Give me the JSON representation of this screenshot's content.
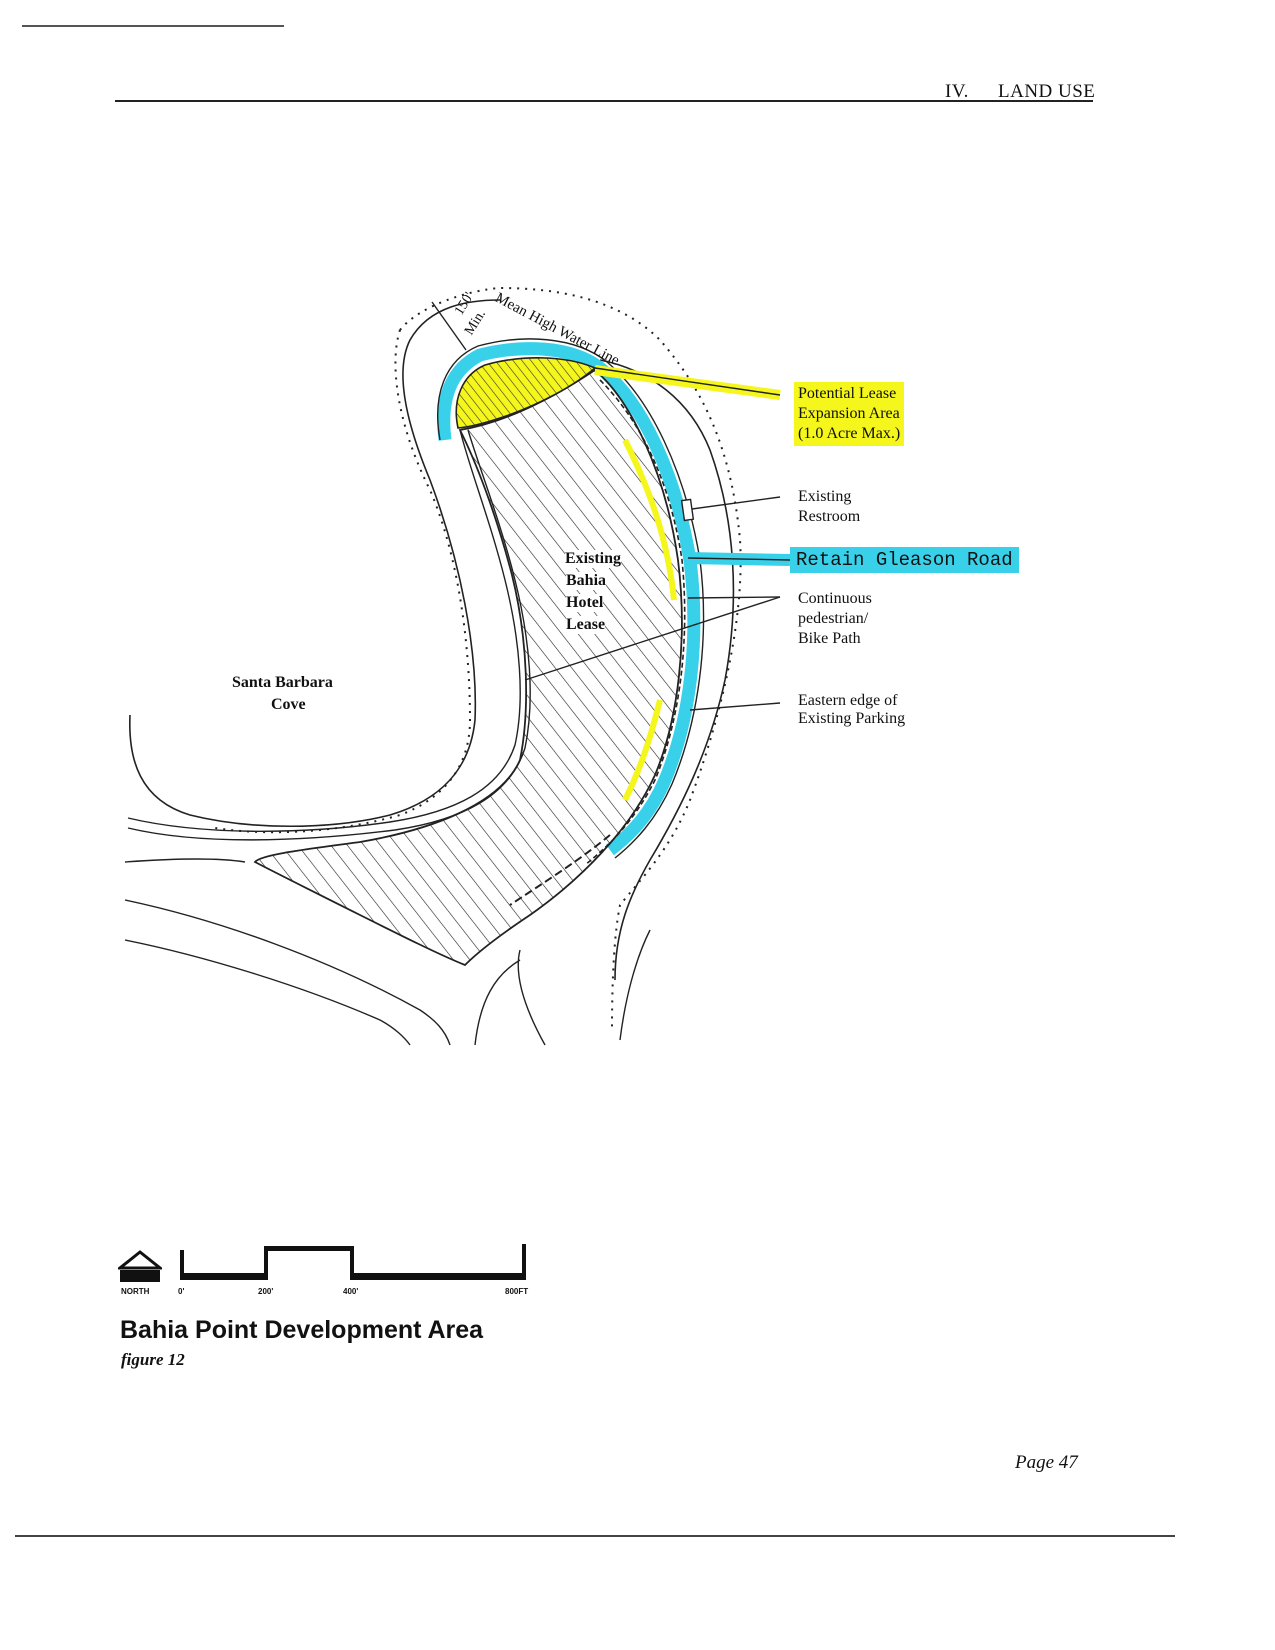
{
  "header": {
    "section_number": "IV.",
    "section_title": "LAND USE"
  },
  "map": {
    "labels": {
      "mean_high_water": "Mean High Water Line",
      "setback_value": "150'",
      "setback_min": "Min.",
      "cove_line1": "Santa Barbara",
      "cove_line2": "Cove",
      "lease_line1": "Existing",
      "lease_line2": "Bahia",
      "lease_line3": "Hotel",
      "lease_line4": "Lease"
    },
    "callouts": {
      "expansion_line1": "Potential Lease",
      "expansion_line2": "Expansion Area",
      "expansion_line3": "(1.0 Acre Max.)",
      "restroom_line1": "Existing",
      "restroom_line2": "Restroom",
      "gleason": "Retain Gleason Road",
      "path_line1": "Continuous",
      "path_line2": "pedestrian/",
      "path_line3": "Bike Path",
      "parking_line1": "Eastern edge of",
      "parking_line2": "Existing Parking"
    },
    "colors": {
      "highlight_yellow": "#f4f61c",
      "highlight_cyan": "#39d1ea",
      "line": "#1a1a1a"
    }
  },
  "scale_bar": {
    "north": "NORTH",
    "ticks": [
      "0'",
      "200'",
      "400'",
      "800FT"
    ]
  },
  "figure": {
    "title": "Bahia Point Development Area",
    "caption": "figure 12"
  },
  "footer": {
    "page": "Page 47"
  }
}
